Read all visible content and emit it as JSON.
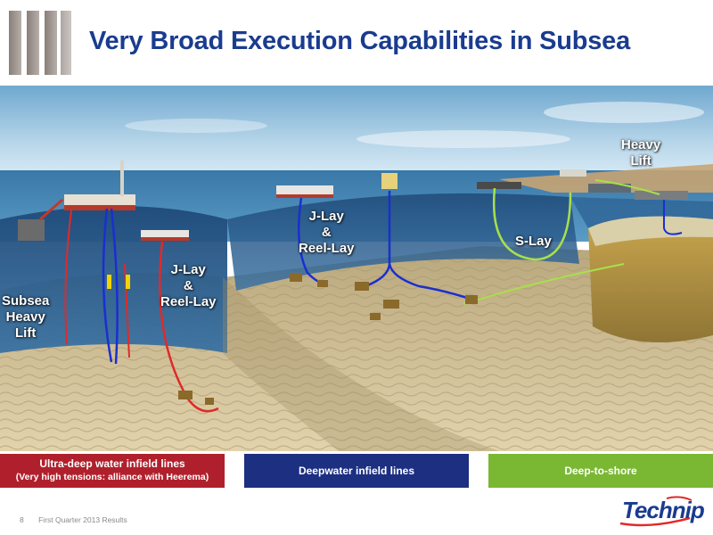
{
  "slide": {
    "title": "Very Broad Execution Capabilities in Subsea",
    "page_number": "8",
    "footer_text": "First Quarter 2013 Results"
  },
  "labels": {
    "subsea_heavy_lift": [
      "Subsea",
      "Heavy",
      "Lift"
    ],
    "jlay_left": [
      "J-Lay",
      "&",
      "Reel-Lay"
    ],
    "jlay_mid": [
      "J-Lay",
      "&",
      "Reel-Lay"
    ],
    "slay": "S-Lay",
    "heavy_lift": [
      "Heavy",
      "Lift"
    ]
  },
  "bars": {
    "ultra_deep": {
      "title": "Ultra-deep water infield lines",
      "subtitle": "(Very high tensions: alliance with Heerema)",
      "color": "#b0202c"
    },
    "deepwater": {
      "title": "Deepwater infield lines",
      "color": "#1c2f80"
    },
    "deep_to_shore": {
      "title": "Deep-to-shore",
      "color": "#7ab834"
    }
  },
  "logo": {
    "text": "Technip"
  },
  "colors": {
    "title": "#1a3c8f",
    "ocean": "#2a5a86",
    "seabed": "#cfb98c",
    "red_line": "#e02a2a",
    "blue_line": "#1a2fd0",
    "green_line": "#a8e04a"
  }
}
